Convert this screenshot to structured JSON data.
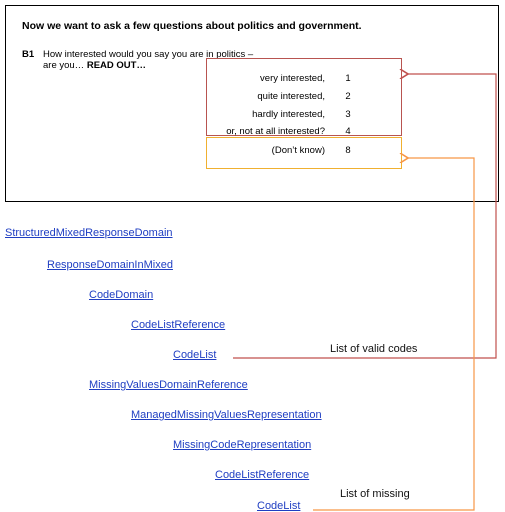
{
  "question": {
    "heading": "Now we want to ask a few questions about politics and government.",
    "number": "B1",
    "text_line1": "How interested would you say you are in politics –",
    "text_line2_prefix": "are you… ",
    "text_line2_emphasis": "READ OUT…",
    "options": [
      {
        "label": "very interested,",
        "code": "1"
      },
      {
        "label": "quite interested,",
        "code": "2"
      },
      {
        "label": "hardly interested,",
        "code": "3"
      },
      {
        "label": "or, not at all interested?",
        "code": "4"
      },
      {
        "label": "(Don’t know)",
        "code": "8"
      }
    ]
  },
  "tree": [
    {
      "label": "StructuredMixedResponseDomain",
      "depth": 0
    },
    {
      "label": "ResponseDomainInMixed",
      "depth": 1
    },
    {
      "label": "CodeDomain",
      "depth": 2
    },
    {
      "label": "CodeListReference",
      "depth": 3
    },
    {
      "label": "CodeList",
      "depth": 4
    },
    {
      "label": "MissingValuesDomainReference",
      "depth": 2
    },
    {
      "label": "ManagedMissingValuesRepresentation",
      "depth": 3
    },
    {
      "label": "MissingCodeRepresentation",
      "depth": 4
    },
    {
      "label": "CodeListReference",
      "depth": 5
    },
    {
      "label": "CodeList",
      "depth": 6
    }
  ],
  "notes": {
    "valid_codes": "List of valid codes",
    "missing": "List of missing"
  },
  "colors": {
    "valid_connector": "#c0504d",
    "missing_connector": "#f79646",
    "link": "#1f3ec2"
  }
}
